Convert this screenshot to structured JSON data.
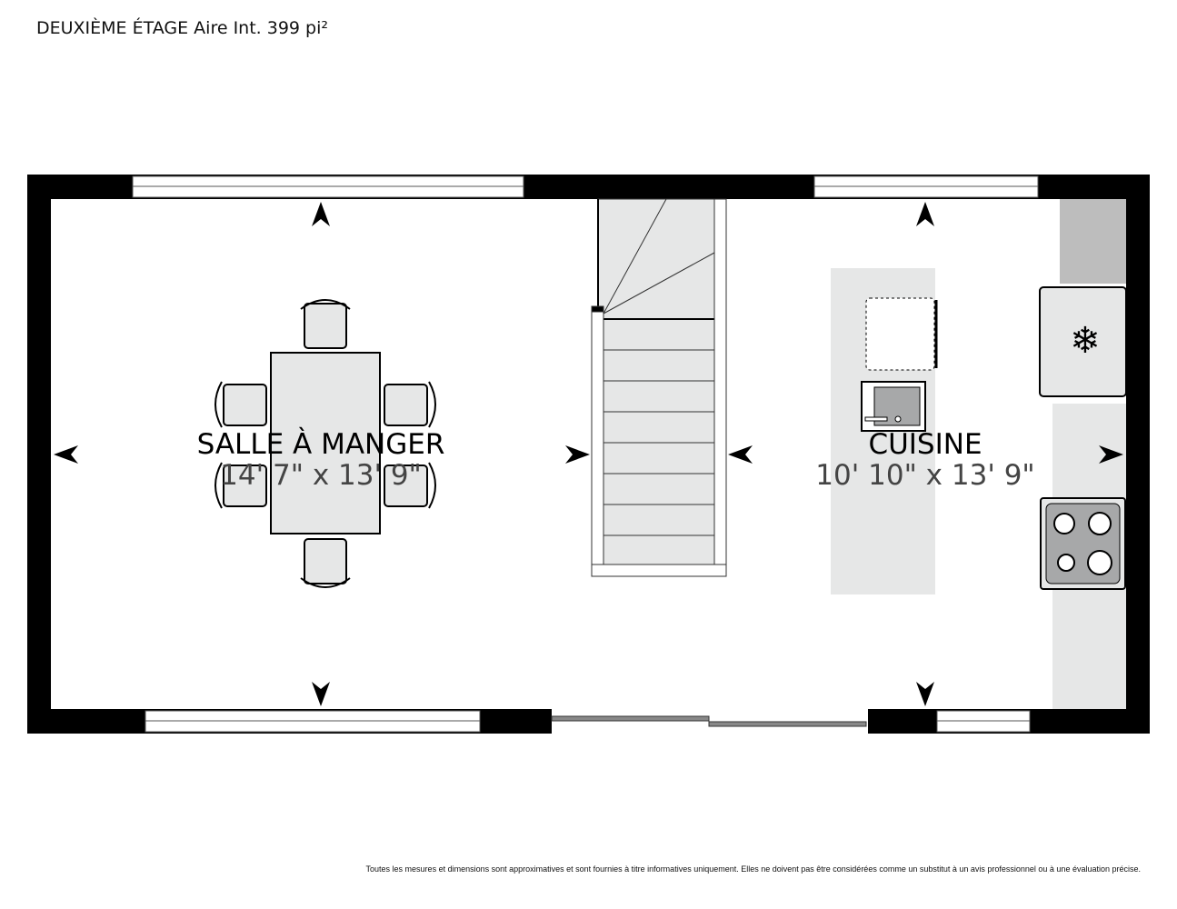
{
  "header": {
    "title": "DEUXIÈME ÉTAGE Aire Int. 399 pi²"
  },
  "rooms": [
    {
      "name": "SALLE À MANGER",
      "dimensions": "14' 7\" x 13' 9\""
    },
    {
      "name": "CUISINE",
      "dimensions": "10' 10\" x 13' 9\""
    }
  ],
  "footer": {
    "disclaimer": "Toutes les mesures et dimensions sont approximatives et sont fournies à titre informatives uniquement. Elles ne doivent pas être considérées comme un substitut à un avis professionnel ou à une évaluation précise."
  },
  "colors": {
    "wall": "#000000",
    "fixture": "#e6e7e7",
    "counter": "#bdbdbd",
    "appliance": "#a7a8a9"
  }
}
